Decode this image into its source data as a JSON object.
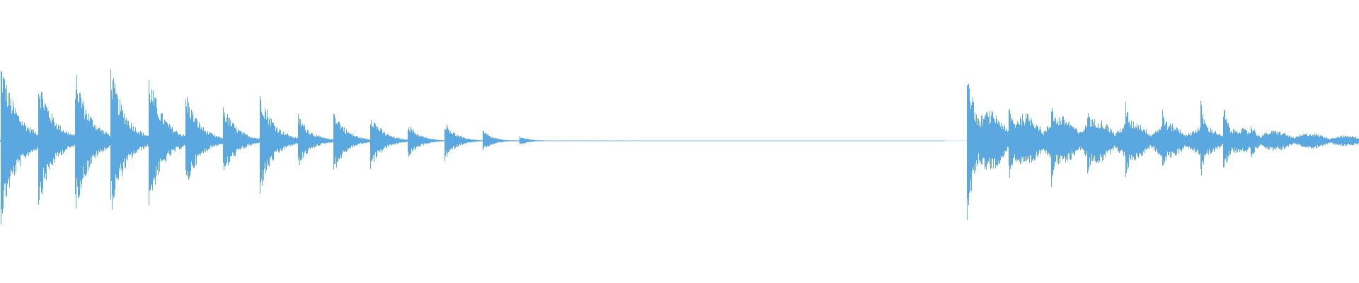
{
  "waveform": {
    "color": "#5ba8e0",
    "background": "#ffffff",
    "duration_fraction_end": 1.0,
    "segments": [
      {
        "kind": "transient",
        "t": 0.0005,
        "amp": 0.88,
        "decay": 0.012
      },
      {
        "kind": "transient",
        "t": 0.028,
        "amp": 0.72,
        "decay": 0.011
      },
      {
        "kind": "transient",
        "t": 0.055,
        "amp": 0.78,
        "decay": 0.011
      },
      {
        "kind": "transient",
        "t": 0.081,
        "amp": 0.82,
        "decay": 0.011
      },
      {
        "kind": "transient",
        "t": 0.109,
        "amp": 0.74,
        "decay": 0.011
      },
      {
        "kind": "transient",
        "t": 0.136,
        "amp": 0.57,
        "decay": 0.01
      },
      {
        "kind": "transient",
        "t": 0.164,
        "amp": 0.4,
        "decay": 0.01
      },
      {
        "kind": "transient",
        "t": 0.191,
        "amp": 0.58,
        "decay": 0.01
      },
      {
        "kind": "transient",
        "t": 0.219,
        "amp": 0.3,
        "decay": 0.009
      },
      {
        "kind": "transient",
        "t": 0.245,
        "amp": 0.37,
        "decay": 0.009
      },
      {
        "kind": "transient",
        "t": 0.272,
        "amp": 0.32,
        "decay": 0.009
      },
      {
        "kind": "transient",
        "t": 0.3,
        "amp": 0.2,
        "decay": 0.008
      },
      {
        "kind": "transient",
        "t": 0.327,
        "amp": 0.22,
        "decay": 0.008
      },
      {
        "kind": "transient",
        "t": 0.355,
        "amp": 0.12,
        "decay": 0.007
      },
      {
        "kind": "transient",
        "t": 0.382,
        "amp": 0.06,
        "decay": 0.006
      },
      {
        "kind": "transient",
        "t": 0.711,
        "amp": 1.0,
        "decay": 0.006
      },
      {
        "kind": "transient",
        "t": 0.742,
        "amp": 0.45,
        "decay": 0.005
      },
      {
        "kind": "transient",
        "t": 0.773,
        "amp": 0.53,
        "decay": 0.005
      },
      {
        "kind": "transient",
        "t": 0.8,
        "amp": 0.4,
        "decay": 0.005
      },
      {
        "kind": "transient",
        "t": 0.828,
        "amp": 0.44,
        "decay": 0.005
      },
      {
        "kind": "transient",
        "t": 0.855,
        "amp": 0.4,
        "decay": 0.005
      },
      {
        "kind": "transient",
        "t": 0.883,
        "amp": 0.46,
        "decay": 0.005
      },
      {
        "kind": "transient",
        "t": 0.9,
        "amp": 0.4,
        "decay": 0.005
      },
      {
        "kind": "transient",
        "t": 0.92,
        "amp": 0.22,
        "decay": 0.005
      }
    ],
    "bursts": [
      {
        "t0": 0.715,
        "t1": 1.0,
        "amp": 0.33,
        "falloff": 0.85
      }
    ],
    "noise_floor": [
      {
        "t0": 0.0,
        "t1": 0.4,
        "amp": 0.012
      },
      {
        "t0": 0.4,
        "t1": 0.695,
        "amp": 0.004
      }
    ]
  }
}
